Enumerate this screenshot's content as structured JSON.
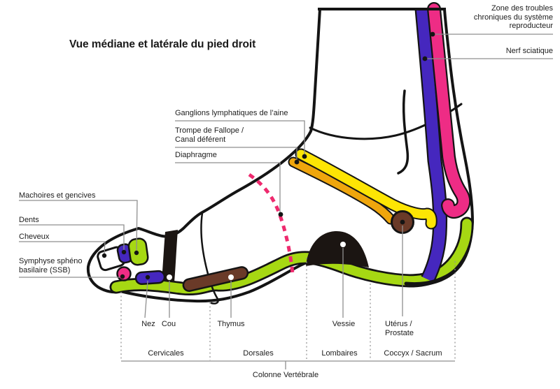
{
  "title": "Vue médiane et latérale du pied droit",
  "colors": {
    "yellow_bright": "#fde504",
    "yellow_dark": "#efa60d",
    "green": "#a6d813",
    "blue": "#4527be",
    "pink": "#ee2c85",
    "magenta_dashed": "#ee2a6e",
    "brown": "#6a3a28",
    "black_zone": "#1b1512",
    "line_gray": "#8f8f8f"
  },
  "labels": {
    "left": {
      "machoires": "Machoires et gencives",
      "dents": "Dents",
      "cheveux": "Cheveux",
      "ssb": "Symphyse sphéno\nbasilaire (SSB)"
    },
    "top": {
      "ganglions": "Ganglions lymphatiques de l’aine",
      "trompe": "Trompe de Fallope /\nCanal déférent",
      "diaphragme": "Diaphragme"
    },
    "right": {
      "zone_reproducteur": "Zone des troubles\nchroniques du système\nreproducteur",
      "nerf_sciatique": "Nerf sciatique"
    },
    "bottom": {
      "nez": "Nez",
      "cou": "Cou",
      "thymus": "Thymus",
      "vessie": "Vessie",
      "uterus_prostate": "Utérus /\nProstate"
    },
    "spine": {
      "cervicales": "Cervicales",
      "dorsales": "Dorsales",
      "lombaires": "Lombaires",
      "coccyx_sacrum": "Coccyx / Sacrum",
      "colonne": "Colonne Vertébrale"
    }
  }
}
